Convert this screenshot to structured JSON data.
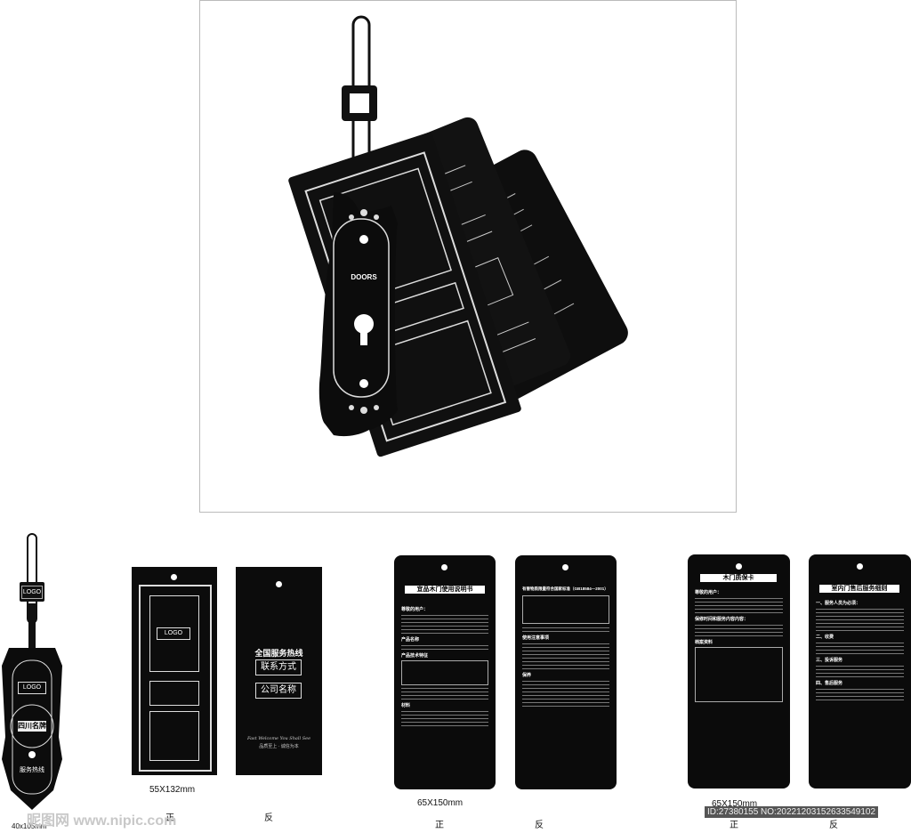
{
  "preview": {
    "door_card_brand": "DOORS"
  },
  "hanger_tag": {
    "logo_top": "LOGO",
    "logo_body": "LOGO",
    "badge_text": "四川名牌",
    "hotline_label": "服务热线",
    "size": "40x105mm"
  },
  "door_tag": {
    "front": {
      "logo": "LOGO"
    },
    "back": {
      "hotline": "全国服务热线",
      "contact": "联系方式",
      "company": "公司名称",
      "script": "Fast Welcome You Shall See",
      "slogan": "品质至上 · 诚信为本"
    },
    "size": "55X132mm",
    "front_label": "正",
    "back_label": "反"
  },
  "manual_tag": {
    "front": {
      "title": "宜品木门使用说明书",
      "dear_users": "尊敬的用户：",
      "product_name": "产品名称",
      "tech_features": "产品技术特征",
      "material": "材料"
    },
    "back": {
      "standard": "有害物质限量符合国家标准（GB18584—2001）",
      "precautions": "使用注意事项",
      "maintenance": "保养"
    },
    "size": "65X150mm",
    "front_label": "正",
    "back_label": "反"
  },
  "warranty_tag": {
    "front": {
      "title": "木门质保卡",
      "dear_users": "尊敬的用户：",
      "warranty_period": "保修时间和服务内容内容：",
      "receipt": "档案资料"
    },
    "back": {
      "title": "室内门售后服务细则",
      "section1": "一、服务人员为必须：",
      "section2": "二、收费",
      "section3": "三、投诉服务",
      "section4": "四、售后服务"
    },
    "size": "65X150mm",
    "front_label": "正",
    "back_label": "反"
  },
  "watermark": {
    "site": "昵图网 www.nipic.com",
    "id": "ID:27380155 NO:20221203152633549102"
  }
}
